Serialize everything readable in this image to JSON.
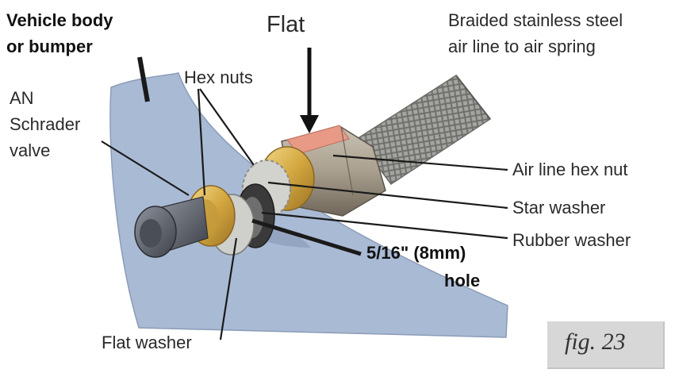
{
  "labels": {
    "vehicle_body_line1": "Vehicle body",
    "vehicle_body_line2": "or bumper",
    "flat": "Flat",
    "braided_line1": "Braided stainless steel",
    "braided_line2": "air line to air spring",
    "hex_nuts": "Hex nuts",
    "an_line1": "AN",
    "an_line2": "Schrader",
    "an_line3": "valve",
    "air_line_hex_nut": "Air line hex nut",
    "star_washer": "Star washer",
    "rubber_washer": "Rubber washer",
    "hole_size": "5/16\" (8mm)",
    "hole": "hole",
    "flat_washer": "Flat washer",
    "figure": "fig. 23"
  },
  "colors": {
    "body_panel": "#a9bad4",
    "brass": "#d9b34e",
    "flat_highlight": "#e89a86",
    "valve_cap": "#6b6f78",
    "braid": "#9a9a96"
  }
}
